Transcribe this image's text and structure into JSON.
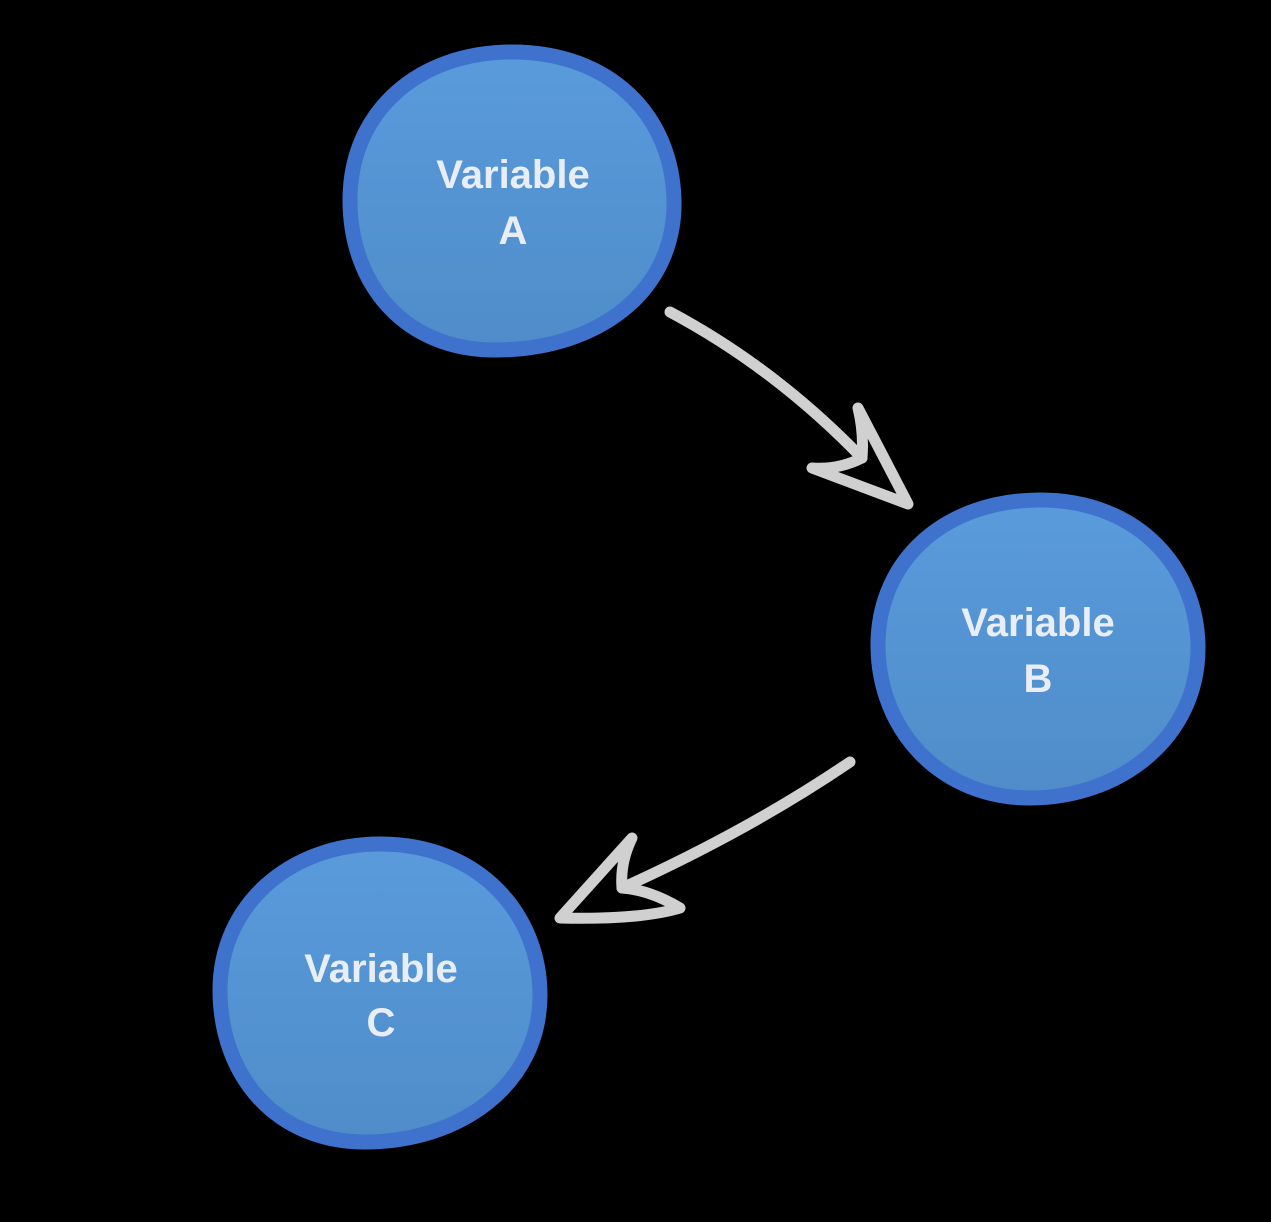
{
  "diagram": {
    "background": "#000000",
    "node_fill": "#5797d6",
    "node_border": "#3f74cc",
    "arrow_color": "#d0d0d0",
    "nodes": [
      {
        "id": "A",
        "line1": "Variable",
        "line2": "A"
      },
      {
        "id": "B",
        "line1": "Variable",
        "line2": "B"
      },
      {
        "id": "C",
        "line1": "Variable",
        "line2": "C"
      }
    ],
    "edges": [
      {
        "from": "A",
        "to": "B"
      },
      {
        "from": "B",
        "to": "C"
      }
    ]
  }
}
